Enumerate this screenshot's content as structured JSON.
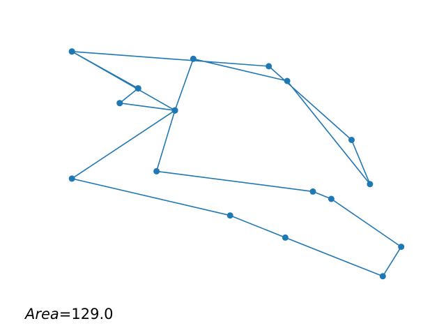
{
  "chart_data": {
    "type": "line",
    "title": "",
    "xlabel": "",
    "ylabel": "",
    "axes_visible": false,
    "grid": false,
    "marker": "circle",
    "series": [
      {
        "color": "#1f77b4",
        "closed": true,
        "points": [
          {
            "x": 6.2,
            "y": 14.1
          },
          {
            "x": 9.8,
            "y": 12.1
          },
          {
            "x": 8.8,
            "y": 11.3
          },
          {
            "x": 11.8,
            "y": 10.9
          },
          {
            "x": 12.8,
            "y": 13.7
          },
          {
            "x": 17.9,
            "y": 12.5
          },
          {
            "x": 22.4,
            "y": 6.9
          },
          {
            "x": 21.4,
            "y": 9.3
          },
          {
            "x": 16.9,
            "y": 13.3
          },
          {
            "x": 6.2,
            "y": 14.1
          },
          {
            "x": 9.8,
            "y": 12.1
          },
          {
            "x": 8.8,
            "y": 11.3
          },
          {
            "x": 11.8,
            "y": 10.9
          },
          {
            "x": 6.2,
            "y": 7.2
          },
          {
            "x": 14.8,
            "y": 5.2
          },
          {
            "x": 17.8,
            "y": 4.0
          },
          {
            "x": 23.1,
            "y": 1.9
          },
          {
            "x": 24.1,
            "y": 3.5
          },
          {
            "x": 20.3,
            "y": 6.1
          },
          {
            "x": 19.3,
            "y": 6.5
          },
          {
            "x": 10.8,
            "y": 7.6
          },
          {
            "x": 11.8,
            "y": 10.9
          }
        ]
      }
    ],
    "annotation": {
      "name": "Area",
      "equals": "=",
      "value": "129.0"
    }
  }
}
